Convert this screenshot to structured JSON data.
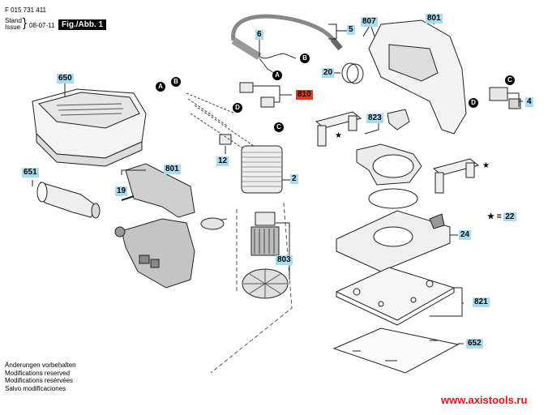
{
  "header": {
    "doc_number": "F 015 731 411",
    "stand_label": "Stand",
    "issue_label": "Issue",
    "brace": "}",
    "date": "08-07-11",
    "figure": "Fig./Abb. 1"
  },
  "notes": [
    "Änderungen vorbehalten",
    "Modifications reserved",
    "Modifications resérvées",
    "Salvo modificaciones"
  ],
  "watermark": "www.axistools.ru",
  "colors": {
    "label_bg": "#a9dcef",
    "highlight_bg": "#e23a1a",
    "watermark": "#e8121a"
  },
  "part_labels": {
    "p650": "650",
    "p651": "651",
    "p801_left": "801",
    "p19": "19",
    "p12": "12",
    "p6": "6",
    "p5": "5",
    "p807": "807",
    "p801_right": "801",
    "p20": "20",
    "p810": "810",
    "p2": "2",
    "p823": "823",
    "p4": "4",
    "p22": "22",
    "p24": "24",
    "p803": "803",
    "p821": "821",
    "p652": "652"
  },
  "connectors": [
    "A",
    "B",
    "A",
    "B",
    "D",
    "C",
    "C",
    "D"
  ],
  "star_legend": {
    "symbol": "★",
    "equals": "=",
    "ref": "22"
  },
  "star_symbol": "★"
}
